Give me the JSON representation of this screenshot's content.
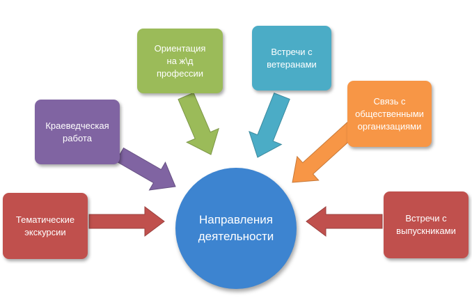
{
  "diagram": {
    "center": {
      "label": "Направления\nдеятельности",
      "color": "#3D84D0"
    },
    "nodes": [
      {
        "id": "excursions",
        "label": "Тематические\nэкскурсии",
        "color": "#C0504D",
        "arrow_color": "#C0504D"
      },
      {
        "id": "local_history",
        "label": "Краеведческая\nработа",
        "color": "#8064A2",
        "arrow_color": "#8064A2"
      },
      {
        "id": "railway_orientation",
        "label": "Ориентация\nна ж\\д\nпрофессии",
        "color": "#9BBB59",
        "arrow_color": "#9BBB59"
      },
      {
        "id": "veterans",
        "label": "Встречи с\nветеранами",
        "color": "#4BACC6",
        "arrow_color": "#4BACC6"
      },
      {
        "id": "public_orgs",
        "label": "Связь с\nобщественными\nорганизациями",
        "color": "#F79646",
        "arrow_color": "#F79646"
      },
      {
        "id": "graduates",
        "label": "Встречи с\nвыпускниками",
        "color": "#C0504D",
        "arrow_color": "#C0504D"
      }
    ]
  }
}
